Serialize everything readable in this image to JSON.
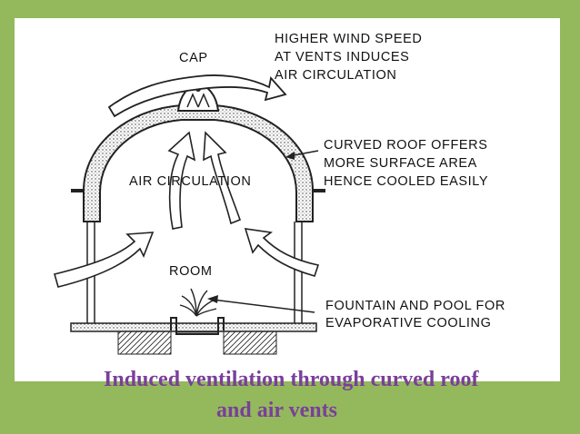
{
  "labels": {
    "cap": "CAP",
    "wind_line1": "HIGHER WIND SPEED",
    "wind_line2": "AT VENTS INDUCES",
    "wind_line3": "AIR CIRCULATION",
    "roof_line1": "CURVED ROOF OFFERS",
    "roof_line2": "MORE SURFACE AREA",
    "roof_line3": "HENCE COOLED EASILY",
    "air_circulation": "AIR CIRCULATION",
    "room": "ROOM",
    "fountain_line1": "FOUNTAIN AND POOL FOR",
    "fountain_line2": "EVAPORATIVE COOLING"
  },
  "caption": {
    "line1": "Induced ventilation through curved roof",
    "line2": "and air vents"
  },
  "colors": {
    "background": "#93b95c",
    "panel": "#ffffff",
    "caption": "#7a3f9a",
    "ink": "#111111"
  }
}
